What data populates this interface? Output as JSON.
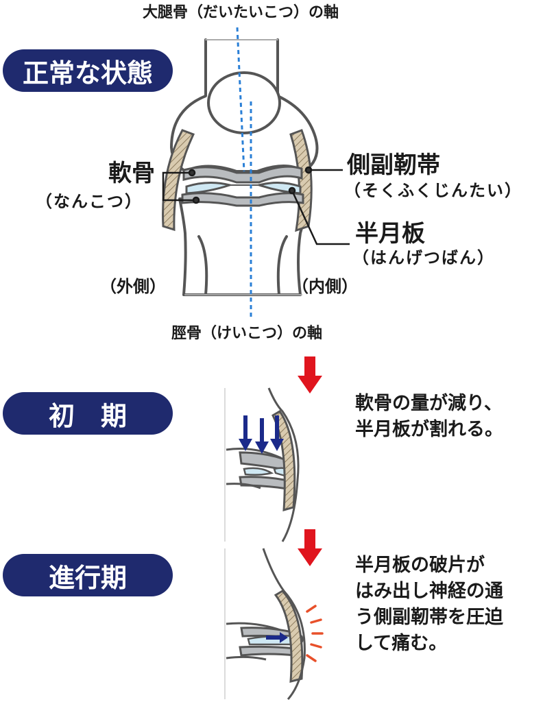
{
  "colors": {
    "navy": "#1f2a6e",
    "red_arrow": "#e0151e",
    "blue_arrow": "#1b2a8a",
    "dotted_axis": "#2a7fd6",
    "cartilage": "#b9bcbf",
    "meniscus": "#cfe8f3",
    "ligament": "#d9cbb0",
    "pain": "#e8502a"
  },
  "sections": {
    "normal": "正常な状態",
    "early": "初　期",
    "advanced": "進行期"
  },
  "labels": {
    "femur_axis": "大腿骨（だいたいこつ）の軸",
    "tibia_axis": "脛骨（けいこつ）の軸",
    "cartilage": "軟骨",
    "cartilage_reading": "（なんこつ）",
    "ligament": "側副靭帯",
    "ligament_reading": "（そくふくじんたい）",
    "meniscus": "半月板",
    "meniscus_reading": "（はんげつばん）",
    "outer_side": "（外側）",
    "inner_side": "（内側）"
  },
  "descriptions": {
    "early": [
      "軟骨の量が減り、",
      "半月板が割れる。"
    ],
    "advanced": [
      "半月板の破片が",
      "はみ出し神経の通",
      "う側副靭帯を圧迫",
      "して痛む。"
    ]
  }
}
